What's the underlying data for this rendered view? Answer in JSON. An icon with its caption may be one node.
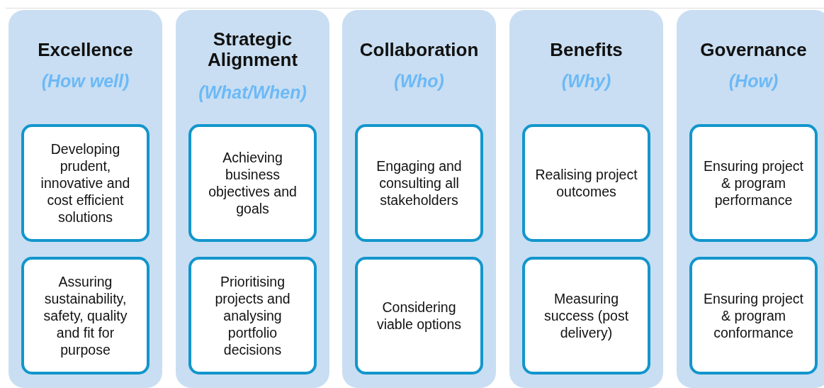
{
  "diagram": {
    "nodes": [
      {
        "text": [
          "Excellence",
          "(How well)"
        ]
      },
      {
        "text": [
          "Developing prudent, innovative and cost efficient solutions"
        ],
        "in": 0
      },
      {
        "text": [
          "Assuring sustainability, safety, quality and fit for purpose"
        ],
        "in": 0
      },
      {
        "text": [
          "Strategic Alignment",
          "(What/When)"
        ]
      },
      {
        "text": [
          "Achieving business objectives and goals"
        ],
        "in": 3
      },
      {
        "text": [
          "Prioritising projects and analysing portfolio decisions"
        ],
        "in": 3
      },
      {
        "text": [
          "Collaboration",
          "(Who)"
        ]
      },
      {
        "text": [
          "Engaging and consulting all stakeholders"
        ],
        "in": 6
      },
      {
        "text": [
          "Considering viable options"
        ],
        "in": 6
      },
      {
        "text": [
          "Benefits",
          "(Why)"
        ]
      },
      {
        "text": [
          "Realising project outcomes"
        ],
        "in": 9
      },
      {
        "text": [
          "Measuring success (post delivery)"
        ],
        "in": 9
      },
      {
        "text": [
          "Governance",
          "(How)"
        ]
      },
      {
        "text": [
          "Ensuring project & program performance"
        ],
        "in": 12
      },
      {
        "text": [
          "Ensuring project & program conformance"
        ],
        "in": 12
      }
    ]
  }
}
